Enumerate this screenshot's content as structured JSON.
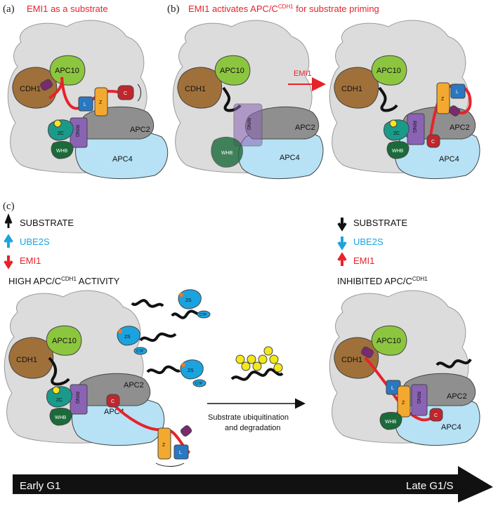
{
  "panels": {
    "a": {
      "label": "(a)",
      "title": "EMI1 as a substrate"
    },
    "b": {
      "label": "(b)",
      "title_prefix": "EMI1 activates APC/C",
      "title_sup": "CDH1",
      "title_suffix": " for substrate priming",
      "arrow_label": "EMI1"
    },
    "c": {
      "label": "(c)"
    }
  },
  "subunits": {
    "apc10": "APC10",
    "cdh1": "CDH1",
    "apc2": "APC2",
    "apc4": "APC4",
    "ring": "RING",
    "whb": "WHB",
    "two_c": "2C",
    "l": "L",
    "z": "Z",
    "c": "C",
    "two_s": "2S",
    "ctp": "CTP"
  },
  "legend_left": {
    "substrate": "SUBSTRATE",
    "ube2s": "UBE2S",
    "emi1": "EMI1",
    "activity_prefix": "HIGH APC/C",
    "activity_sup": "CDH1",
    "activity_suffix": " ACTIVITY"
  },
  "legend_right": {
    "substrate": "SUBSTRATE",
    "ube2s": "UBE2S",
    "emi1": "EMI1",
    "activity_prefix": "INHIBITED APC/C",
    "activity_sup": "CDH1"
  },
  "process": {
    "line1": "Substrate ubiquitination",
    "line2": "and degradation"
  },
  "timeline": {
    "start": "Early G1",
    "end": "Late G1/S"
  },
  "colors": {
    "scaffold": "#dcdcdc",
    "cdh1": "#a0703a",
    "apc10": "#8cc63f",
    "apc2": "#8f8f8f",
    "apc4": "#b7e2f5",
    "ring": "#8a63b5",
    "whb": "#1b6b3a",
    "two_c": "#1a9a8a",
    "l": "#2a78c2",
    "z": "#f3a92f",
    "c": "#c0272d",
    "d": "#7a2a6e",
    "emi1": "#e8222a",
    "ube2s": "#1ba3e0",
    "ub": "#f3e81a"
  }
}
